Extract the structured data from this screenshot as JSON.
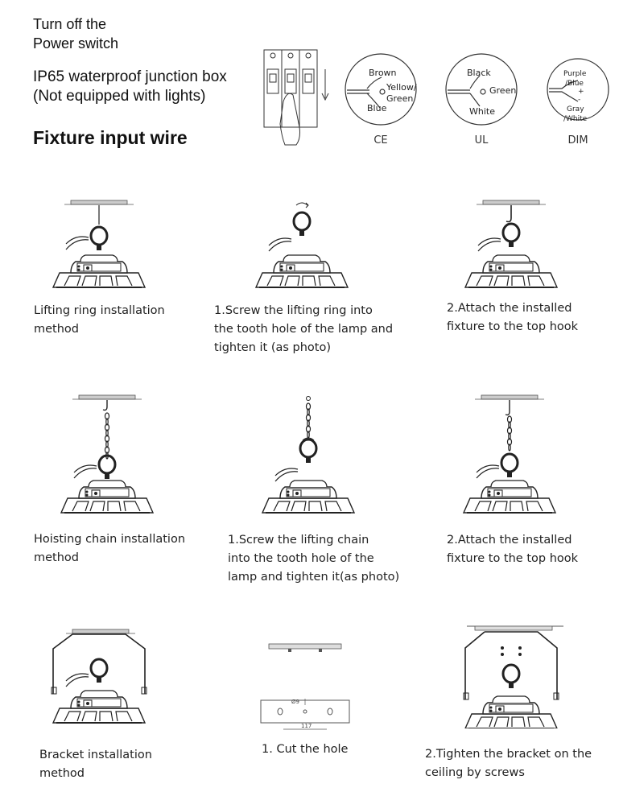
{
  "header": {
    "turn_off": [
      "Turn off  the",
      "Power switch"
    ],
    "junction_box": [
      "IP65 waterproof junction box",
      "(Not equipped with lights)"
    ],
    "fixture_input_wire": "Fixture input wire"
  },
  "wires": {
    "ce": {
      "label": "CE",
      "wires": [
        "Brown",
        "Yellow/",
        "Green",
        "Blue"
      ]
    },
    "ul": {
      "label": "UL",
      "wires": [
        "Black",
        "Green",
        "White"
      ]
    },
    "dim": {
      "label": "DIM",
      "wires": [
        "Purple",
        "/Blue",
        "+",
        "-",
        "Gray",
        "/White"
      ]
    }
  },
  "rows": [
    {
      "captions": [
        [
          "Lifting ring installation",
          "method"
        ],
        [
          "1.Screw the lifting ring into",
          "the tooth hole of the lamp and",
          "tighten it (as photo)"
        ],
        [
          "2.Attach the installed",
          "fixture to the top hook"
        ]
      ]
    },
    {
      "captions": [
        [
          "Hoisting chain installation",
          "method"
        ],
        [
          "1.Screw the lifting chain",
          "into the tooth hole of the",
          "lamp and tighten it(as photo)"
        ],
        [
          "2.Attach the installed",
          "fixture to the top hook"
        ]
      ]
    },
    {
      "captions": [
        [
          "Bracket installation",
          "method"
        ],
        [
          "1. Cut the hole"
        ],
        [
          "2.Tighten the bracket on the",
          "ceiling by screws"
        ]
      ]
    }
  ],
  "hole_dims": {
    "diameter": "Ø9",
    "width": "117"
  }
}
